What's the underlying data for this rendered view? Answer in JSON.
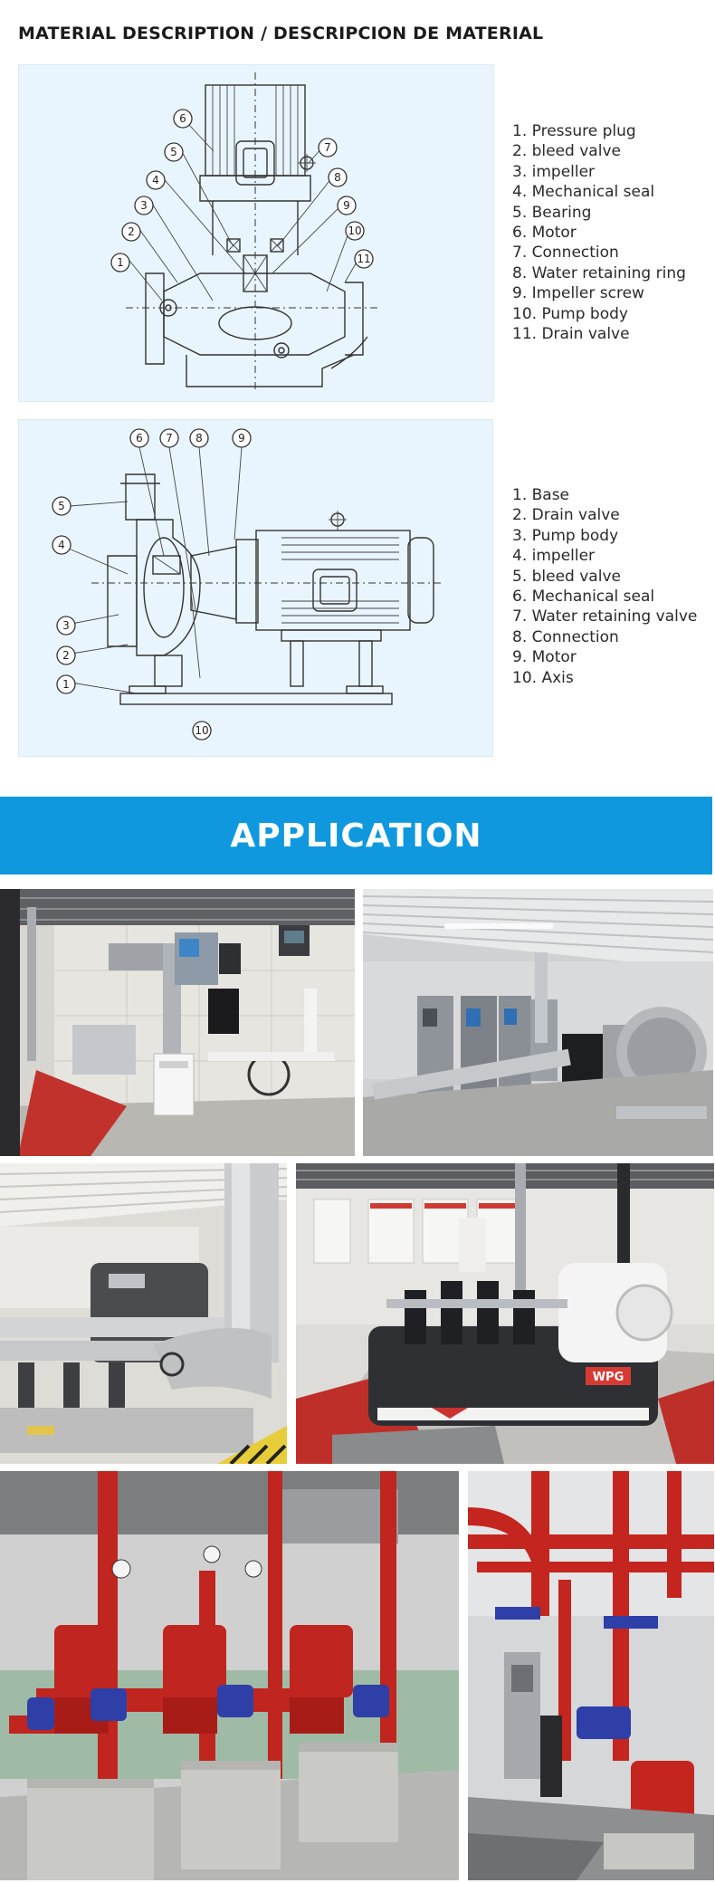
{
  "header": {
    "title": "MATERIAL DESCRIPTION / DESCRIPCION DE MATERIAL"
  },
  "vertical_pump": {
    "parts": [
      "1. Pressure plug",
      "2. bleed valve",
      "3. impeller",
      "4. Mechanical seal",
      "5. Bearing",
      "6. Motor",
      "7. Connection",
      "8. Water retaining ring",
      "9. Impeller screw",
      "10. Pump body",
      "11. Drain valve"
    ],
    "callouts": [
      "1",
      "2",
      "3",
      "4",
      "5",
      "6",
      "7",
      "8",
      "9",
      "10",
      "11"
    ]
  },
  "horizontal_pump": {
    "parts": [
      "1. Base",
      "2. Drain valve",
      "3. Pump body",
      "4. impeller",
      "5. bleed valve",
      "6. Mechanical seal",
      "7. Water retaining valve",
      "8. Connection",
      "9. Motor",
      "10. Axis"
    ],
    "callouts": [
      "1",
      "2",
      "3",
      "4",
      "5",
      "6",
      "7",
      "8",
      "9",
      "10"
    ]
  },
  "application": {
    "title": "APPLICATION",
    "brand_badge": "WPG",
    "photos": [
      {
        "name": "pump-room-control-panels"
      },
      {
        "name": "pump-room-cabinets"
      },
      {
        "name": "booster-station-insulated-pipes"
      },
      {
        "name": "booster-station-unit"
      },
      {
        "name": "fire-pumps-red-vertical"
      },
      {
        "name": "fire-pump-room-red-pipes"
      }
    ]
  },
  "colors": {
    "banner": "#0f98de",
    "diagram_bg": "#e9f5fe",
    "fire_red": "#c4251f",
    "valve_blue": "#2e3fa8"
  }
}
